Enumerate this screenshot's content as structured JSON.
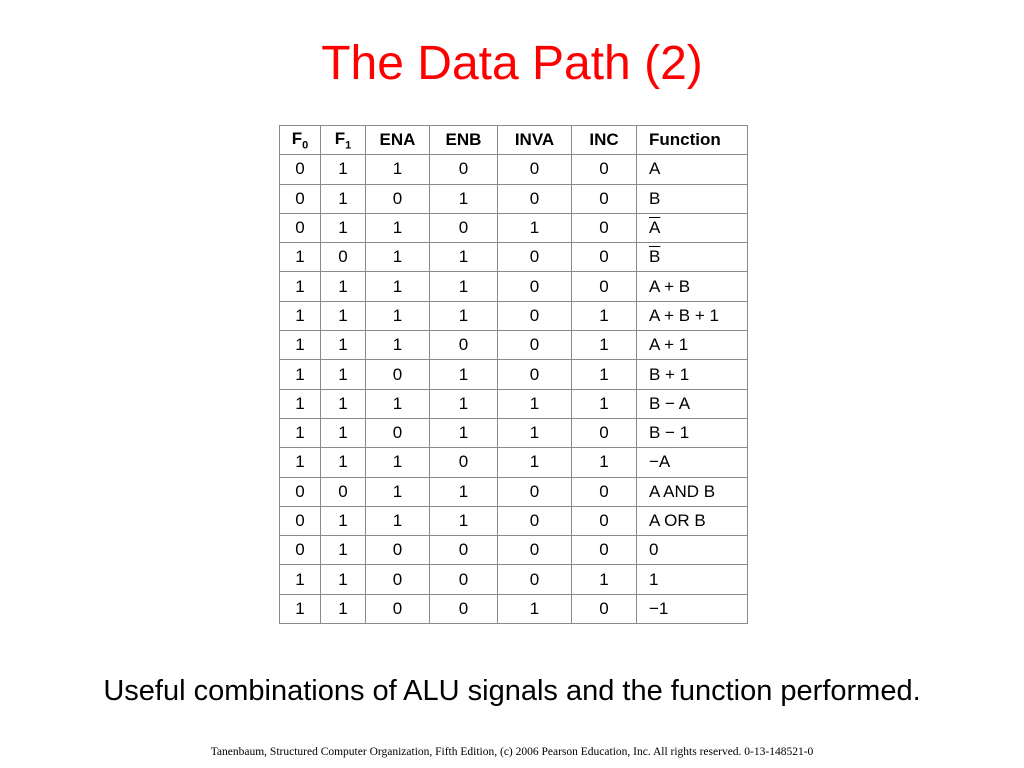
{
  "slide": {
    "title": "The Data Path (2)",
    "caption": "Useful combinations of ALU signals and the function performed.",
    "footer": "Tanenbaum, Structured Computer Organization, Fifth Edition, (c) 2006 Pearson Education, Inc. All rights reserved. 0-13-148521-0",
    "title_color": "#ff0000"
  },
  "table": {
    "headers": [
      {
        "main": "F",
        "sub": "0"
      },
      {
        "main": "F",
        "sub": "1"
      },
      {
        "main": "ENA",
        "sub": ""
      },
      {
        "main": "ENB",
        "sub": ""
      },
      {
        "main": "INVA",
        "sub": ""
      },
      {
        "main": "INC",
        "sub": ""
      },
      {
        "main": "Function",
        "sub": ""
      }
    ],
    "rows": [
      {
        "cells": [
          "0",
          "1",
          "1",
          "0",
          "0",
          "0"
        ],
        "function": "A",
        "overline": false
      },
      {
        "cells": [
          "0",
          "1",
          "0",
          "1",
          "0",
          "0"
        ],
        "function": "B",
        "overline": false
      },
      {
        "cells": [
          "0",
          "1",
          "1",
          "0",
          "1",
          "0"
        ],
        "function": "A",
        "overline": true
      },
      {
        "cells": [
          "1",
          "0",
          "1",
          "1",
          "0",
          "0"
        ],
        "function": "B",
        "overline": true
      },
      {
        "cells": [
          "1",
          "1",
          "1",
          "1",
          "0",
          "0"
        ],
        "function": "A + B",
        "overline": false
      },
      {
        "cells": [
          "1",
          "1",
          "1",
          "1",
          "0",
          "1"
        ],
        "function": "A + B + 1",
        "overline": false
      },
      {
        "cells": [
          "1",
          "1",
          "1",
          "0",
          "0",
          "1"
        ],
        "function": "A + 1",
        "overline": false
      },
      {
        "cells": [
          "1",
          "1",
          "0",
          "1",
          "0",
          "1"
        ],
        "function": "B + 1",
        "overline": false
      },
      {
        "cells": [
          "1",
          "1",
          "1",
          "1",
          "1",
          "1"
        ],
        "function": "B − A",
        "overline": false
      },
      {
        "cells": [
          "1",
          "1",
          "0",
          "1",
          "1",
          "0"
        ],
        "function": "B − 1",
        "overline": false
      },
      {
        "cells": [
          "1",
          "1",
          "1",
          "0",
          "1",
          "1"
        ],
        "function": "−A",
        "overline": false
      },
      {
        "cells": [
          "0",
          "0",
          "1",
          "1",
          "0",
          "0"
        ],
        "function": "A AND B",
        "overline": false
      },
      {
        "cells": [
          "0",
          "1",
          "1",
          "1",
          "0",
          "0"
        ],
        "function": "A OR B",
        "overline": false
      },
      {
        "cells": [
          "0",
          "1",
          "0",
          "0",
          "0",
          "0"
        ],
        "function": "0",
        "overline": false
      },
      {
        "cells": [
          "1",
          "1",
          "0",
          "0",
          "0",
          "1"
        ],
        "function": "1",
        "overline": false
      },
      {
        "cells": [
          "1",
          "1",
          "0",
          "0",
          "1",
          "0"
        ],
        "function": "−1",
        "overline": false
      }
    ]
  }
}
